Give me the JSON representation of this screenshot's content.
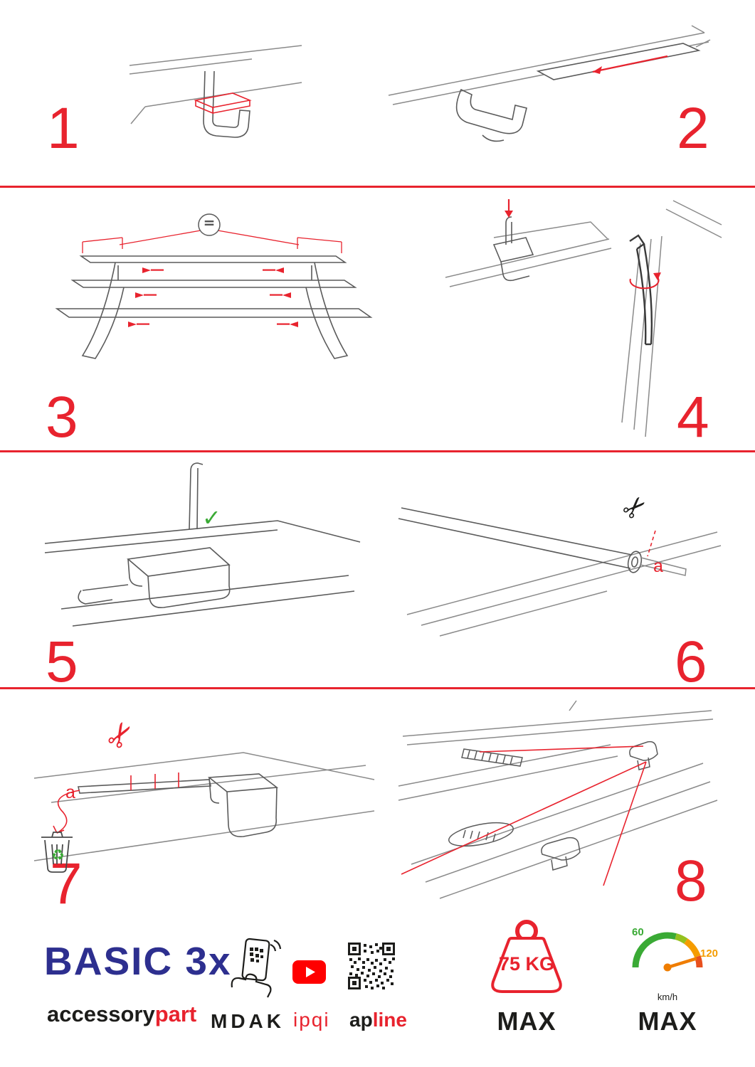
{
  "steps": [
    {
      "number": "1"
    },
    {
      "number": "2"
    },
    {
      "number": "3"
    },
    {
      "number": "4"
    },
    {
      "number": "5"
    },
    {
      "number": "6"
    },
    {
      "number": "7"
    },
    {
      "number": "8"
    }
  ],
  "annotations": {
    "equal_sign": "=",
    "check": "✓",
    "scissors": "✂",
    "cut_label_step6": "a",
    "cut_label_step7": "a",
    "recycle": "♻"
  },
  "footer": {
    "product_name": "BASIC 3x",
    "brand_part1": "accessory",
    "brand_part2": "part",
    "logo_mdak": "MDAK",
    "logo_ipqi": "ipqi",
    "logo_apline_part1": "ap",
    "logo_apline_part2": "line",
    "weight_limit": "75 KG",
    "weight_max_label": "MAX",
    "speed_tick_low": "60",
    "speed_tick_high": "120",
    "speed_unit": "km/h",
    "speed_max_label": "MAX"
  },
  "colors": {
    "accent_red": "#e8232e",
    "navy": "#2d2f8f",
    "green": "#3aaa35",
    "orange": "#f59c00",
    "youtube_red": "#ff0000"
  }
}
